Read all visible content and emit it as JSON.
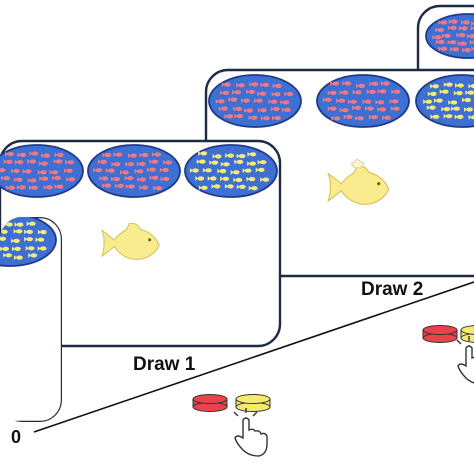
{
  "colors": {
    "pond_fill": "#3e6fd3",
    "pond_stroke": "#1e3a8a",
    "red_fish": "#f07a84",
    "yellow_fish": "#f6eb7a",
    "big_fish": "#f8ec8e",
    "big_fish_stroke": "#d9c35a",
    "frame_stroke": "#1f2a44",
    "red_button": "#e8434a",
    "yellow_button": "#f5ea6c"
  },
  "labels": {
    "draw1": "Draw 1",
    "draw2": "Draw 2",
    "axis_zero": "0"
  },
  "panels": [
    {
      "name": "panel-partial-left",
      "ponds": [
        "yellow"
      ],
      "fish": null
    },
    {
      "name": "panel-draw-1",
      "ponds": [
        "red",
        "red",
        "yellow"
      ],
      "fish": "yellow"
    },
    {
      "name": "panel-draw-2",
      "ponds": [
        "red",
        "red",
        "yellow"
      ],
      "fish": "yellow-chipped"
    },
    {
      "name": "panel-partial-top-right",
      "ponds": [
        "red"
      ],
      "fish": null
    }
  ],
  "icons": {
    "big_fish": "fish-icon",
    "pointer": "hand-pointer-icon",
    "button": "round-button-icon"
  }
}
